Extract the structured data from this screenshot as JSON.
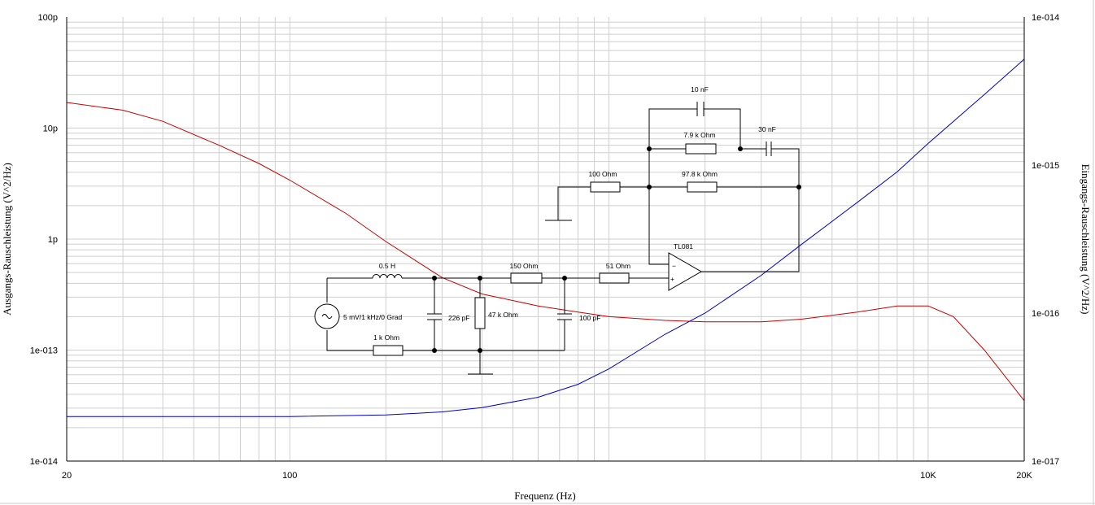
{
  "chart_data": {
    "type": "line",
    "xlabel": "Frequenz (Hz)",
    "ylabel_left": "Ausgangs-Rauschleistung (V^2/Hz)",
    "ylabel_right": "Eingangs-Rauschleistung (V^2/Hz)",
    "x_scale": "log",
    "y_scale_left": "log",
    "y_scale_right": "log",
    "xlim": [
      20,
      20000
    ],
    "ylim_left": [
      1e-14,
      1e-10
    ],
    "ylim_right": [
      1e-17,
      1e-14
    ],
    "grid": true,
    "x_ticks": [
      "20",
      "100",
      "10K",
      "20K"
    ],
    "y_ticks_left": [
      "100p",
      "10p",
      "1p",
      "1e-013",
      "1e-014"
    ],
    "y_ticks_right": [
      "1e-014",
      "1e-015",
      "1e-016",
      "1e-017"
    ],
    "series": [
      {
        "axis": "left",
        "color": "#cc0000",
        "x": [
          20,
          30,
          40,
          60,
          80,
          100,
          150,
          200,
          300,
          400,
          600,
          800,
          1000,
          1500,
          2000,
          3000,
          4000,
          6000,
          8000,
          10000,
          12000,
          15000,
          20000
        ],
        "y": [
          1.7e-11,
          1.45e-11,
          1.15e-11,
          7e-12,
          4.8e-12,
          3.4e-12,
          1.7e-12,
          9.5e-13,
          4.5e-13,
          3.2e-13,
          2.5e-13,
          2.2e-13,
          2e-13,
          1.85e-13,
          1.8e-13,
          1.8e-13,
          1.9e-13,
          2.2e-13,
          2.5e-13,
          2.5e-13,
          2e-13,
          1e-13,
          3.5e-14
        ]
      },
      {
        "axis": "right",
        "color": "#0000cc",
        "x": [
          20,
          50,
          100,
          200,
          300,
          400,
          600,
          800,
          1000,
          1500,
          2000,
          3000,
          4000,
          6000,
          8000,
          10000,
          15000,
          20000
        ],
        "y": [
          2e-17,
          2e-17,
          2e-17,
          2.05e-17,
          2.15e-17,
          2.3e-17,
          2.7e-17,
          3.3e-17,
          4.2e-17,
          7.2e-17,
          1e-16,
          1.8e-16,
          2.9e-16,
          5.6e-16,
          9e-16,
          1.4e-15,
          3e-15,
          5.2e-15
        ]
      }
    ]
  },
  "circuit": {
    "labels": {
      "l1": "0.5 H",
      "source": "5 mV/1 kHz/0 Grad",
      "c226": "226 pF",
      "r47k": "47 k Ohm",
      "r1k": "1 k Ohm",
      "r150": "150  Ohm",
      "c100p": "100 pF",
      "r51": "51  Ohm",
      "opamp": "TL081",
      "opamp_minus": "−",
      "opamp_plus": "+",
      "r100": "100  Ohm",
      "r97k8": "97.8 k Ohm",
      "r7k9": "7.9 k Ohm",
      "c10n": "10 nF",
      "c30n": "30 nF"
    }
  }
}
